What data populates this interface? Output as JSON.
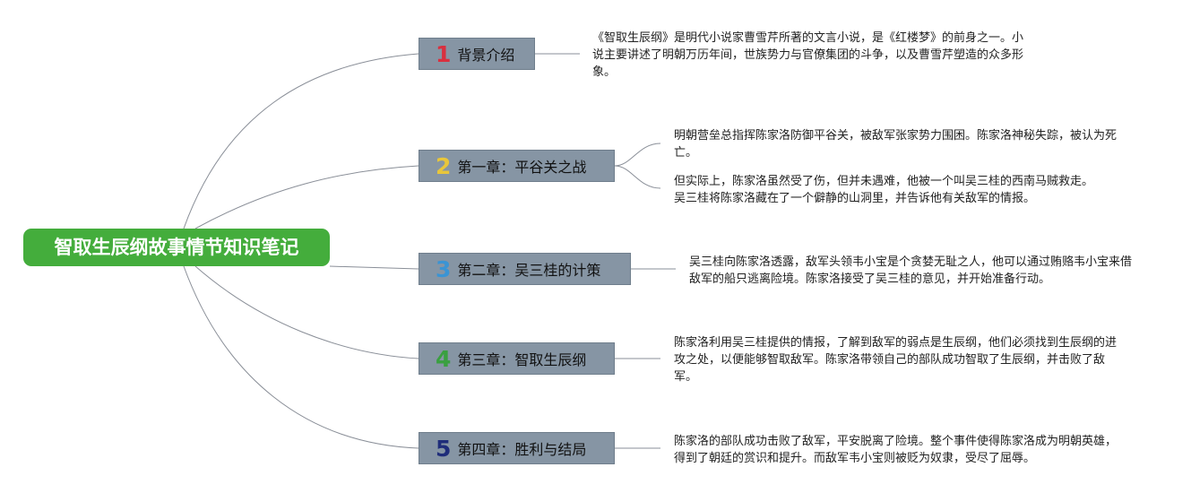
{
  "root": {
    "title": "智取生辰纲故事情节知识笔记"
  },
  "branches": [
    {
      "number": "1",
      "number_color": "#d9303f",
      "label": "背景介绍",
      "notes": [
        "《智取生辰纲》是明代小说家曹雪芹所著的文言小说，是《红楼梦》的前身之一。小说主要讲述了明朝万历年间，世族势力与官僚集团的斗争，以及曹雪芹塑造的众多形象。"
      ]
    },
    {
      "number": "2",
      "number_color": "#e8c63b",
      "label": "第一章：平谷关之战",
      "notes": [
        "明朝营垒总指挥陈家洛防御平谷关，被敌军张家势力围困。陈家洛神秘失踪，被认为死亡。",
        "但实际上，陈家洛虽然受了伤，但并未遇难，他被一个叫吴三桂的西南马贼救走。吴三桂将陈家洛藏在了一个僻静的山洞里，并告诉他有关敌军的情报。"
      ]
    },
    {
      "number": "3",
      "number_color": "#3a94d4",
      "label": "第二章：吴三桂的计策",
      "notes": [
        "吴三桂向陈家洛透露，敌军头领韦小宝是个贪婪无耻之人，他可以通过贿赂韦小宝来借敌军的船只逃离险境。陈家洛接受了吴三桂的意见，并开始准备行动。"
      ]
    },
    {
      "number": "4",
      "number_color": "#3aa040",
      "label": "第三章：智取生辰纲",
      "notes": [
        "陈家洛利用吴三桂提供的情报，了解到敌军的弱点是生辰纲，他们必须找到生辰纲的进攻之处，以便能够智取敌军。陈家洛带领自己的部队成功智取了生辰纲，并击败了敌军。"
      ]
    },
    {
      "number": "5",
      "number_color": "#1f2d7a",
      "label": "第四章：胜利与结局",
      "notes": [
        "陈家洛的部队成功击败了敌军，平安脱离了险境。整个事件使得陈家洛成为明朝英雄，得到了朝廷的赏识和提升。而敌军韦小宝则被贬为奴隶，受尽了屈辱。"
      ]
    }
  ]
}
